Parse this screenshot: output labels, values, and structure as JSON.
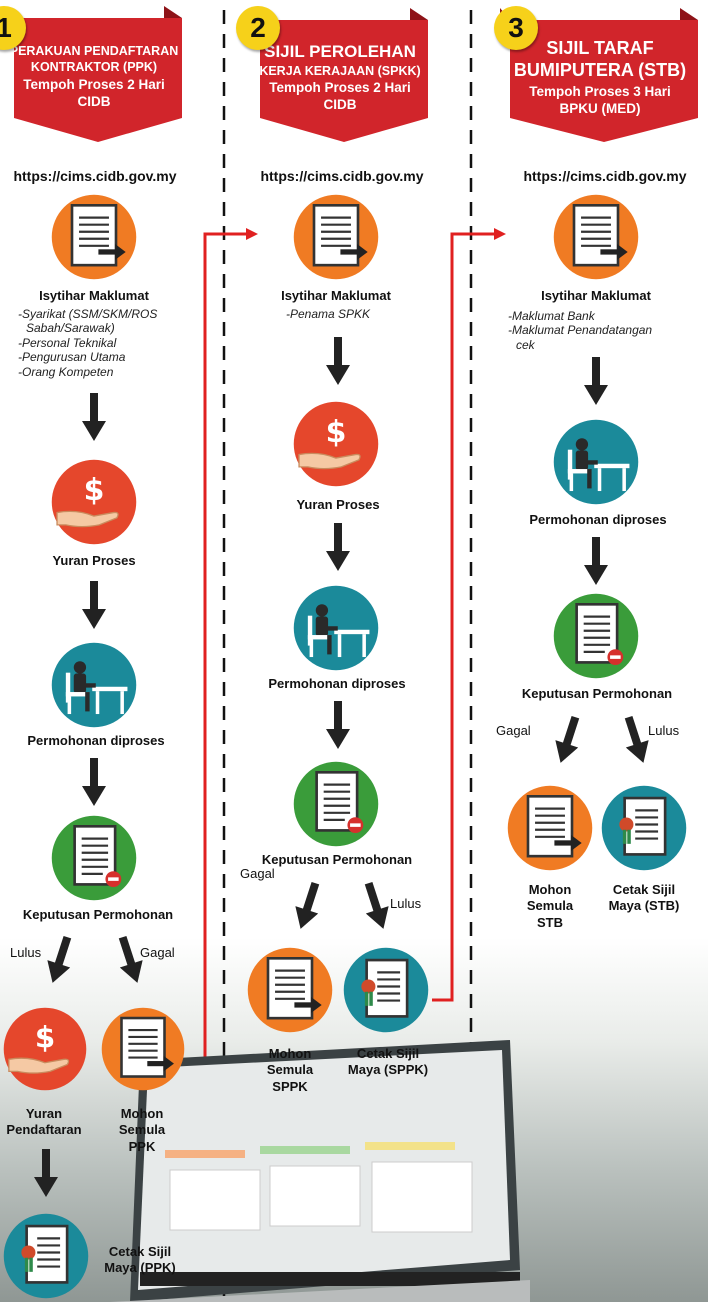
{
  "columns": [
    {
      "number": "1",
      "banner_lines": [
        "PERAKUAN PENDAFTARAN",
        "KONTRAKTOR (PPK)",
        "Tempoh Proses 2 Hari",
        "CIDB"
      ],
      "url": "https://cims.cidb.gov.my",
      "declare_title": "Isytihar Maklumat",
      "declare_items": [
        "-Syarikat (SSM/SKM/ROS",
        "Sabah/Sarawak)",
        "-Personal Teknikal",
        "-Pengurusan Utama",
        "-Orang Kompeten"
      ],
      "fee_label": "Yuran Proses",
      "process_label": "Permohonan diproses",
      "decision_label": "Keputusan Permohonan",
      "left_outcome": "Lulus",
      "right_outcome": "Gagal",
      "left_result_lines": [
        "Yuran",
        "Pendaftaran"
      ],
      "right_result_lines": [
        "Mohon",
        "Semula",
        "PPK"
      ],
      "final_lines": [
        "Cetak Sijil",
        "Maya (PPK)"
      ]
    },
    {
      "number": "2",
      "banner_lines": [
        "SIJIL PEROLEHAN",
        "KERJA KERAJAAN (SPKK)",
        "Tempoh Proses 2 Hari",
        "CIDB"
      ],
      "url": "https://cims.cidb.gov.my",
      "declare_title": "Isytihar Maklumat",
      "declare_items": [
        "-Penama SPKK"
      ],
      "fee_label": "Yuran Proses",
      "process_label": "Permohonan diproses",
      "decision_label": "Keputusan Permohonan",
      "left_outcome": "Gagal",
      "right_outcome": "Lulus",
      "left_result_lines": [
        "Mohon",
        "Semula",
        "SPPK"
      ],
      "right_result_lines": [
        "Cetak Sijil",
        "Maya (SPPK)"
      ]
    },
    {
      "number": "3",
      "banner_lines": [
        "SIJIL TARAF",
        "BUMIPUTERA (STB)",
        "Tempoh Proses 3 Hari",
        "BPKU (MED)"
      ],
      "url": "https://cims.cidb.gov.my",
      "declare_title": "Isytihar Maklumat",
      "declare_items": [
        "-Maklumat Bank",
        "-Maklumat Penandatangan",
        "cek"
      ],
      "process_label": "Permohonan diproses",
      "decision_label": "Keputusan Permohonan",
      "left_outcome": "Gagal",
      "right_outcome": "Lulus",
      "left_result_lines": [
        "Mohon",
        "Semula",
        "STB"
      ],
      "right_result_lines": [
        "Cetak Sijil",
        "Maya (STB)"
      ]
    }
  ],
  "colors": {
    "banner_red": "#d1252b",
    "banner_dark": "#8e1318",
    "number_yellow": "#f6d11a",
    "orange": "#f07b23",
    "red_circle": "#e5472c",
    "teal": "#1b8a9a",
    "green": "#3a9c3a",
    "connector_red": "#e02020"
  },
  "icons": [
    "document-icon",
    "hand-money-icon",
    "desk-worker-icon",
    "certificate-icon",
    "arrow-down-icon"
  ]
}
